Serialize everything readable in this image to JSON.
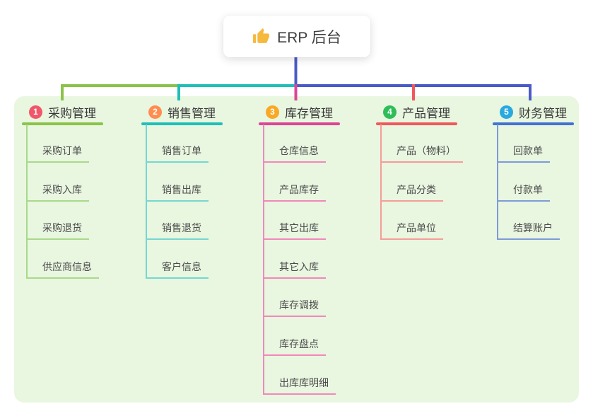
{
  "root_node": {
    "icon": "thumbs-up-icon",
    "title": "ERP 后台"
  },
  "colors": {
    "connector_blue": "#4A5BC8",
    "panel_bg": "#E9F6E0",
    "icon_amber": "#F5B93E"
  },
  "branches": [
    {
      "badge": "1",
      "badge_color": "#F2566A",
      "label": "采购管理",
      "line_color": "#8BC34A",
      "child_line_color": "#A9D98B",
      "children": [
        "采购订单",
        "采购入库",
        "采购退货",
        "供应商信息"
      ]
    },
    {
      "badge": "2",
      "badge_color": "#FF8D50",
      "label": "销售管理",
      "line_color": "#1FBFB8",
      "child_line_color": "#76D7D0",
      "children": [
        "销售订单",
        "销售出库",
        "销售退货",
        "客户信息"
      ]
    },
    {
      "badge": "3",
      "badge_color": "#F9A825",
      "label": "库存管理",
      "line_color": "#DC4595",
      "child_line_color": "#F287BB",
      "children": [
        "仓库信息",
        "产品库存",
        "其它出库",
        "其它入库",
        "库存调拨",
        "库存盘点",
        "出库库明细"
      ]
    },
    {
      "badge": "4",
      "badge_color": "#2EBD59",
      "label": "产品管理",
      "line_color": "#F0595C",
      "child_line_color": "#F59D99",
      "children": [
        "产品（物料）",
        "产品分类",
        "产品单位"
      ]
    },
    {
      "badge": "5",
      "badge_color": "#29A9E0",
      "label": "财务管理",
      "line_color": "#4272D3",
      "child_line_color": "#7E9BD8",
      "children": [
        "回款单",
        "付款单",
        "结算账户"
      ]
    }
  ]
}
